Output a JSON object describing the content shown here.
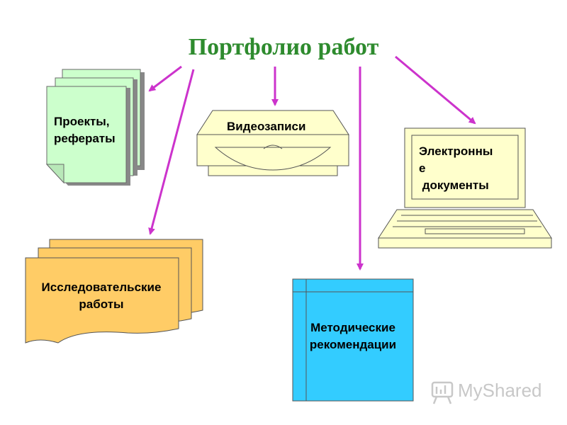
{
  "title": "Портфолио работ",
  "items": {
    "projects": {
      "lines": [
        "Проекты,",
        "рефераты"
      ]
    },
    "video": {
      "lines": [
        "Видеозаписи"
      ]
    },
    "electronic": {
      "lines": [
        "Электронны",
        "е",
        " документы"
      ]
    },
    "research": {
      "lines": [
        "Исследовательские",
        "работы"
      ]
    },
    "methodical": {
      "lines": [
        "Методические",
        "рекомендации"
      ]
    }
  },
  "watermark": {
    "text": "MyShared"
  },
  "colors": {
    "title": "#2e8b2e",
    "arrow": "#cc33cc",
    "projects_fill": "#ccffcc",
    "video_fill": "#ffffcc",
    "laptop_fill": "#ffffcc",
    "research_fill": "#ffcc66",
    "methodical_fill": "#33ccff"
  },
  "icons": {
    "projects": "stacked-pages-icon",
    "video": "video-recorder-icon",
    "electronic": "laptop-icon",
    "research": "stacked-folders-icon",
    "methodical": "book-icon",
    "watermark": "myshared-logo-icon"
  }
}
